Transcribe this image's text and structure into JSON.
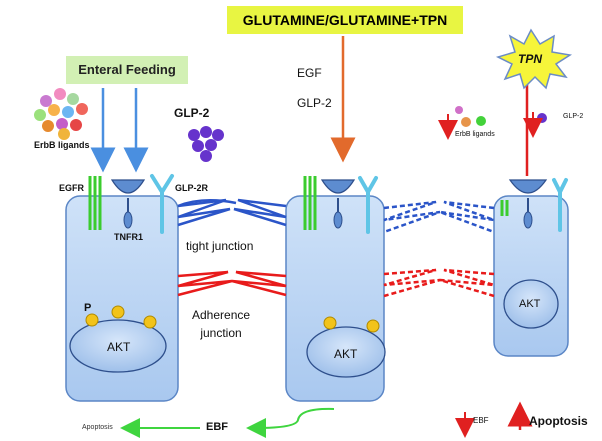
{
  "labels": {
    "glutamine": "GLUTAMINE/GLUTAMINE+TPN",
    "enteral": "Enteral Feeding",
    "tpn": "TPN",
    "egf": "EGF",
    "glp2_mid": "GLP-2",
    "glp2": "GLP-2",
    "erbb_ligands": "ErbB ligands",
    "egfr": "EGFR",
    "glp2r": "GLP-2R",
    "tnfr1": "TNFR1",
    "tight_junction": "tight junction",
    "adherence_junction": "Adherence\njunction",
    "p": "P",
    "akt_left": "AKT",
    "akt_mid": "AKT",
    "akt_right": "AKT",
    "tpn_erbb": "ErbB ligands",
    "tpn_glp2": "GLP-2",
    "apoptosis_left": "Apoptosis",
    "ebf_center": "EBF",
    "ebf_right": "EBF",
    "apoptosis_right": "Apoptosis"
  },
  "colors": {
    "yellow_box": "#e8f542",
    "green_box": "#d2f0b4",
    "cell_fill": "#b7d3f3",
    "cell_stroke": "#5b86c6",
    "blue_arrow": "#4a8fe0",
    "orange_arrow": "#e26a2c",
    "red_arrow": "#e02020",
    "green_arrow": "#3fd53f",
    "junction_blue": "#2b55c8",
    "junction_red": "#e81b1b",
    "receptor_green": "#3bcc2e",
    "receptor_cyan": "#7ad8f0",
    "glp2_purple": "#6633cc",
    "phospho_yellow": "#f2c31a"
  },
  "icons": [
    "arrow-down-icon",
    "arrow-up-icon",
    "starburst-icon",
    "receptor-y-icon",
    "tnfr1-cup-icon"
  ]
}
